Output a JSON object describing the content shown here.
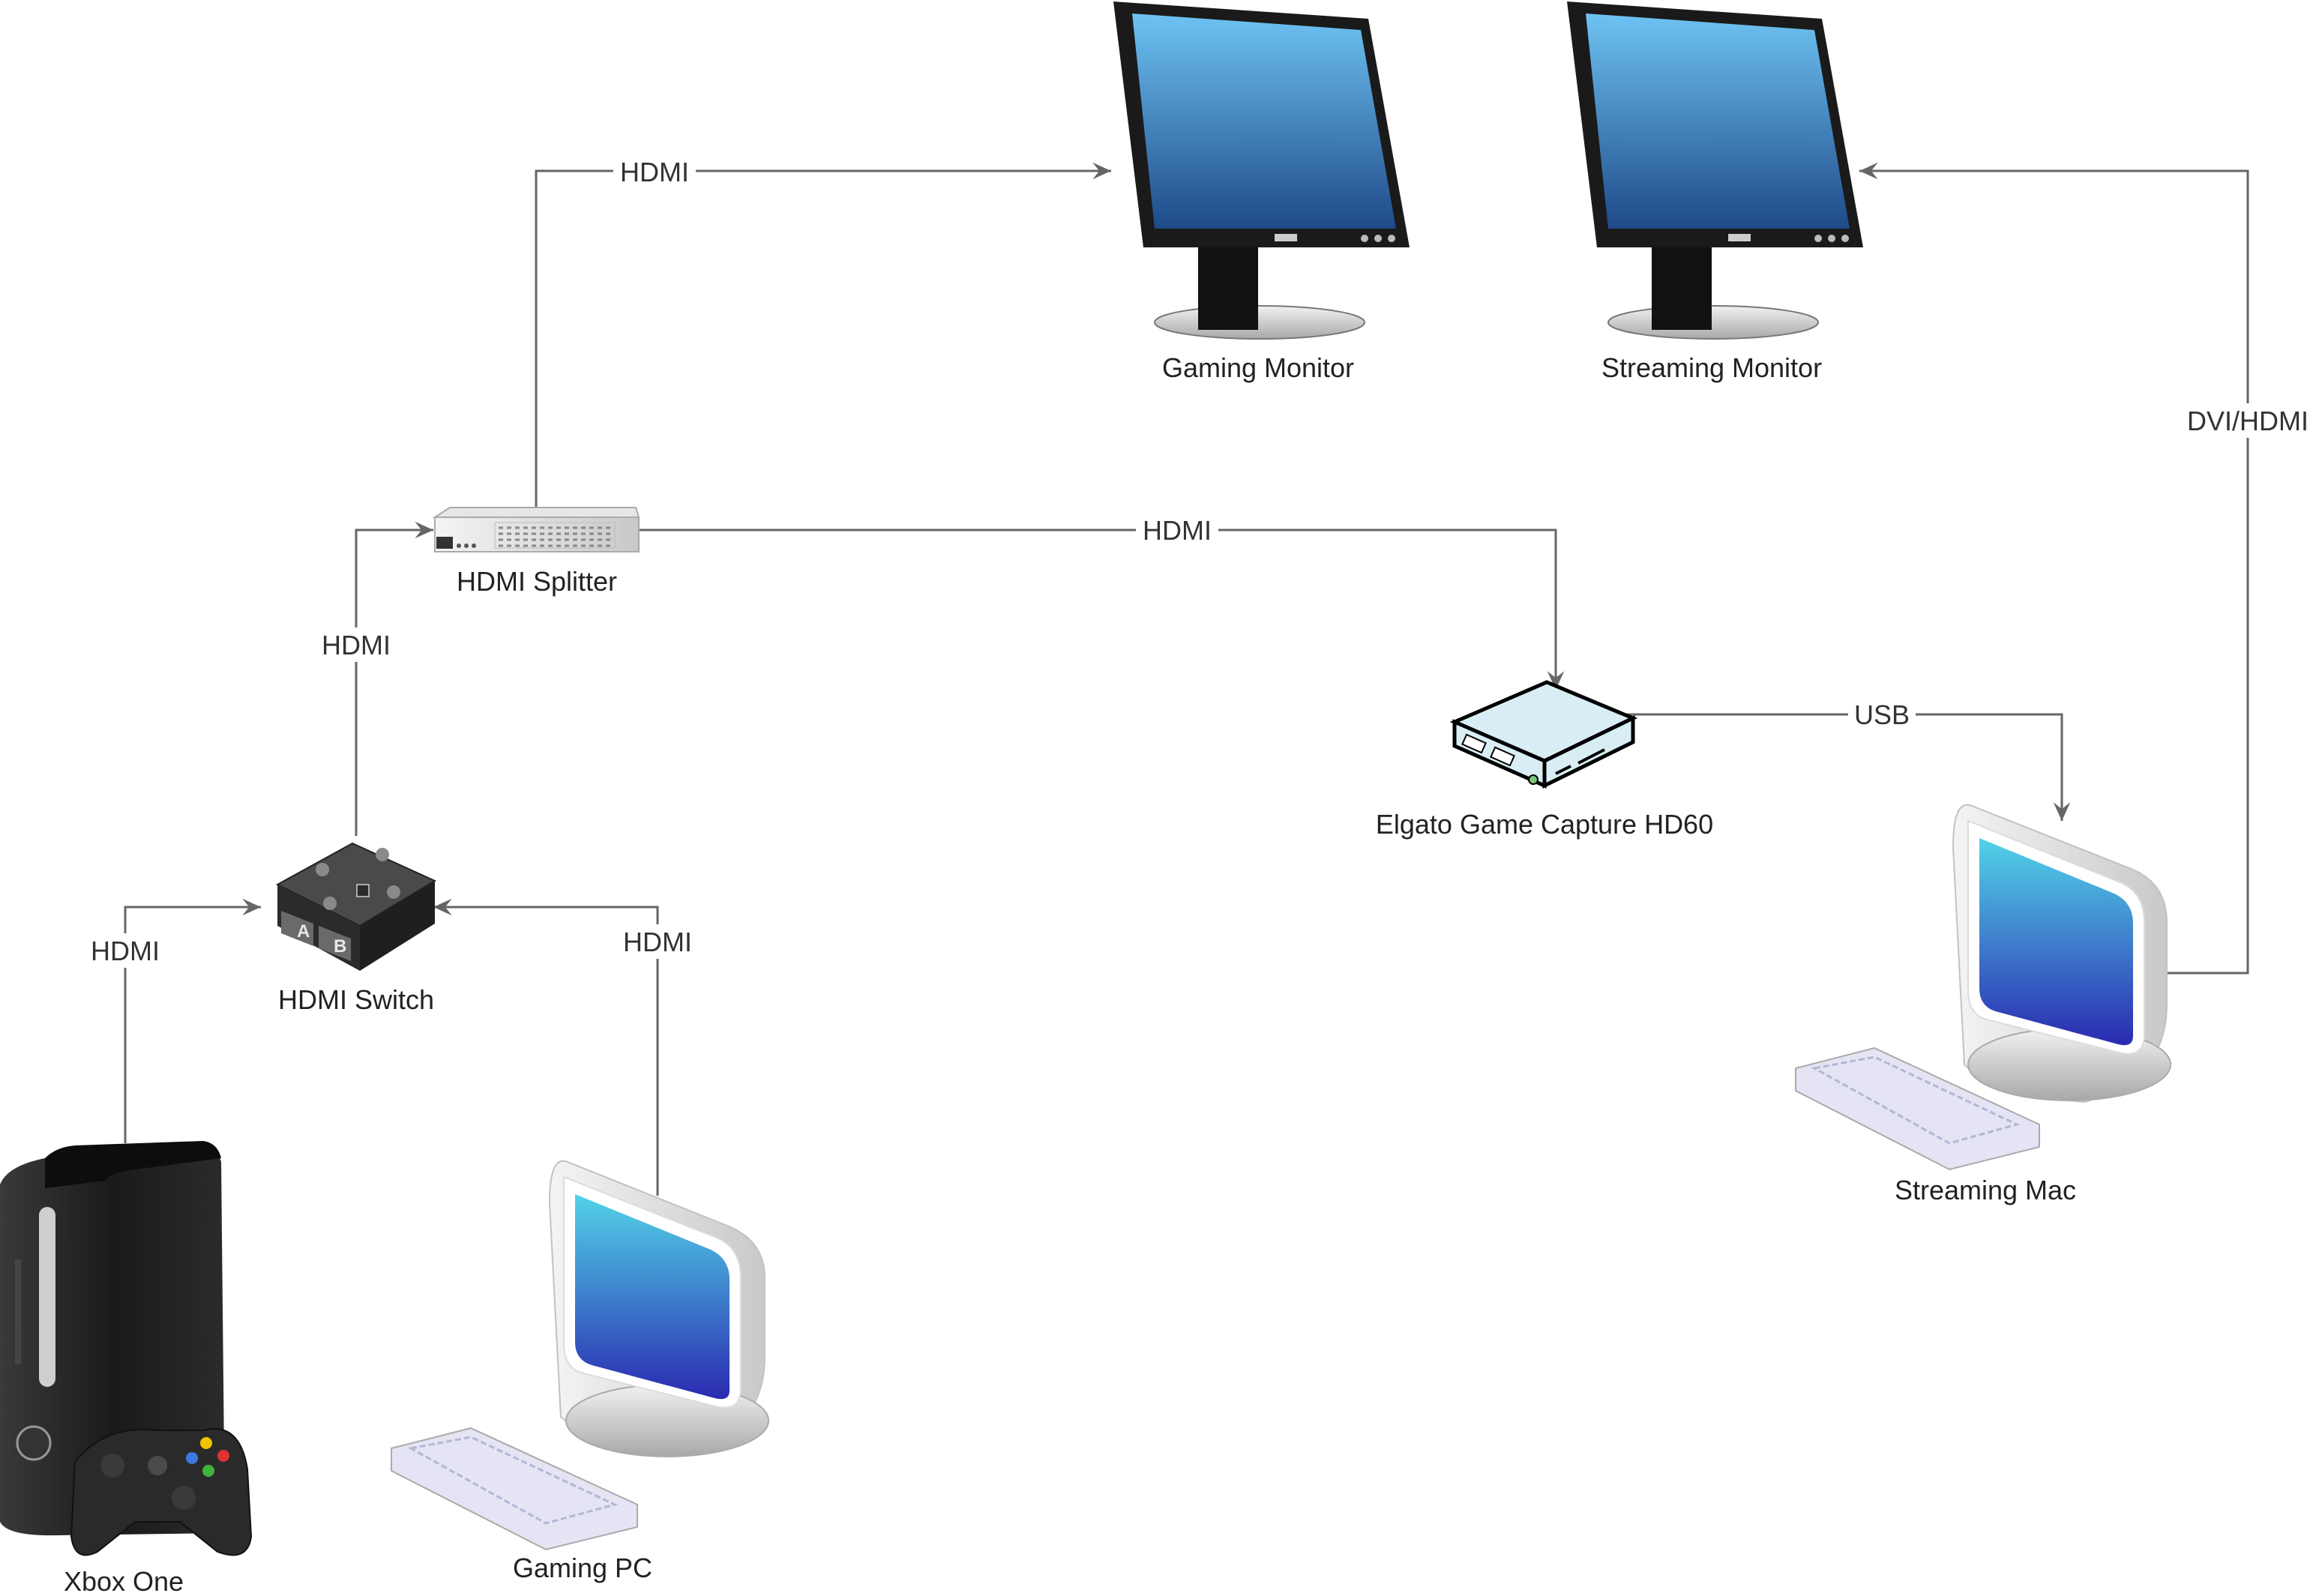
{
  "nodes": {
    "gaming_monitor": {
      "label": "Gaming Monitor",
      "icon": "monitor-icon"
    },
    "streaming_monitor": {
      "label": "Streaming Monitor",
      "icon": "monitor-icon"
    },
    "hdmi_splitter": {
      "label": "HDMI Splitter",
      "icon": "splitter-icon"
    },
    "elgato": {
      "label": "Elgato Game Capture HD60",
      "icon": "capture-card-icon"
    },
    "hdmi_switch": {
      "label": "HDMI Switch",
      "icon": "switch-icon"
    },
    "streaming_mac": {
      "label": "Streaming Mac",
      "icon": "desktop-computer-icon"
    },
    "xbox": {
      "label": "Xbox One",
      "icon": "game-console-icon"
    },
    "gaming_pc": {
      "label": "Gaming PC",
      "icon": "desktop-computer-icon"
    }
  },
  "edges": {
    "splitter_to_gaming_monitor": {
      "from": "HDMI Splitter",
      "to": "Gaming Monitor",
      "label": "HDMI"
    },
    "splitter_to_elgato": {
      "from": "HDMI Splitter",
      "to": "Elgato Game Capture HD60",
      "label": "HDMI"
    },
    "switch_to_splitter": {
      "from": "HDMI Switch",
      "to": "HDMI Splitter",
      "label": "HDMI"
    },
    "elgato_to_mac": {
      "from": "Elgato Game Capture HD60",
      "to": "Streaming Mac",
      "label": "USB"
    },
    "mac_to_streaming_monitor": {
      "from": "Streaming Mac",
      "to": "Streaming Monitor",
      "label": "DVI/HDMI"
    },
    "xbox_to_switch": {
      "from": "Xbox One",
      "to": "HDMI Switch",
      "label": "HDMI"
    },
    "pc_to_switch": {
      "from": "Gaming PC",
      "to": "HDMI Switch",
      "label": "HDMI"
    }
  },
  "colors": {
    "wire": "#666666",
    "screen_top": "#6ec3f3",
    "screen_bottom": "#1e4a8a",
    "crt_screen_top": "#52d3e8",
    "crt_screen_bottom": "#2a2ab0",
    "console_body": "#1c1c1c",
    "capture_card": "#d8eef4"
  }
}
